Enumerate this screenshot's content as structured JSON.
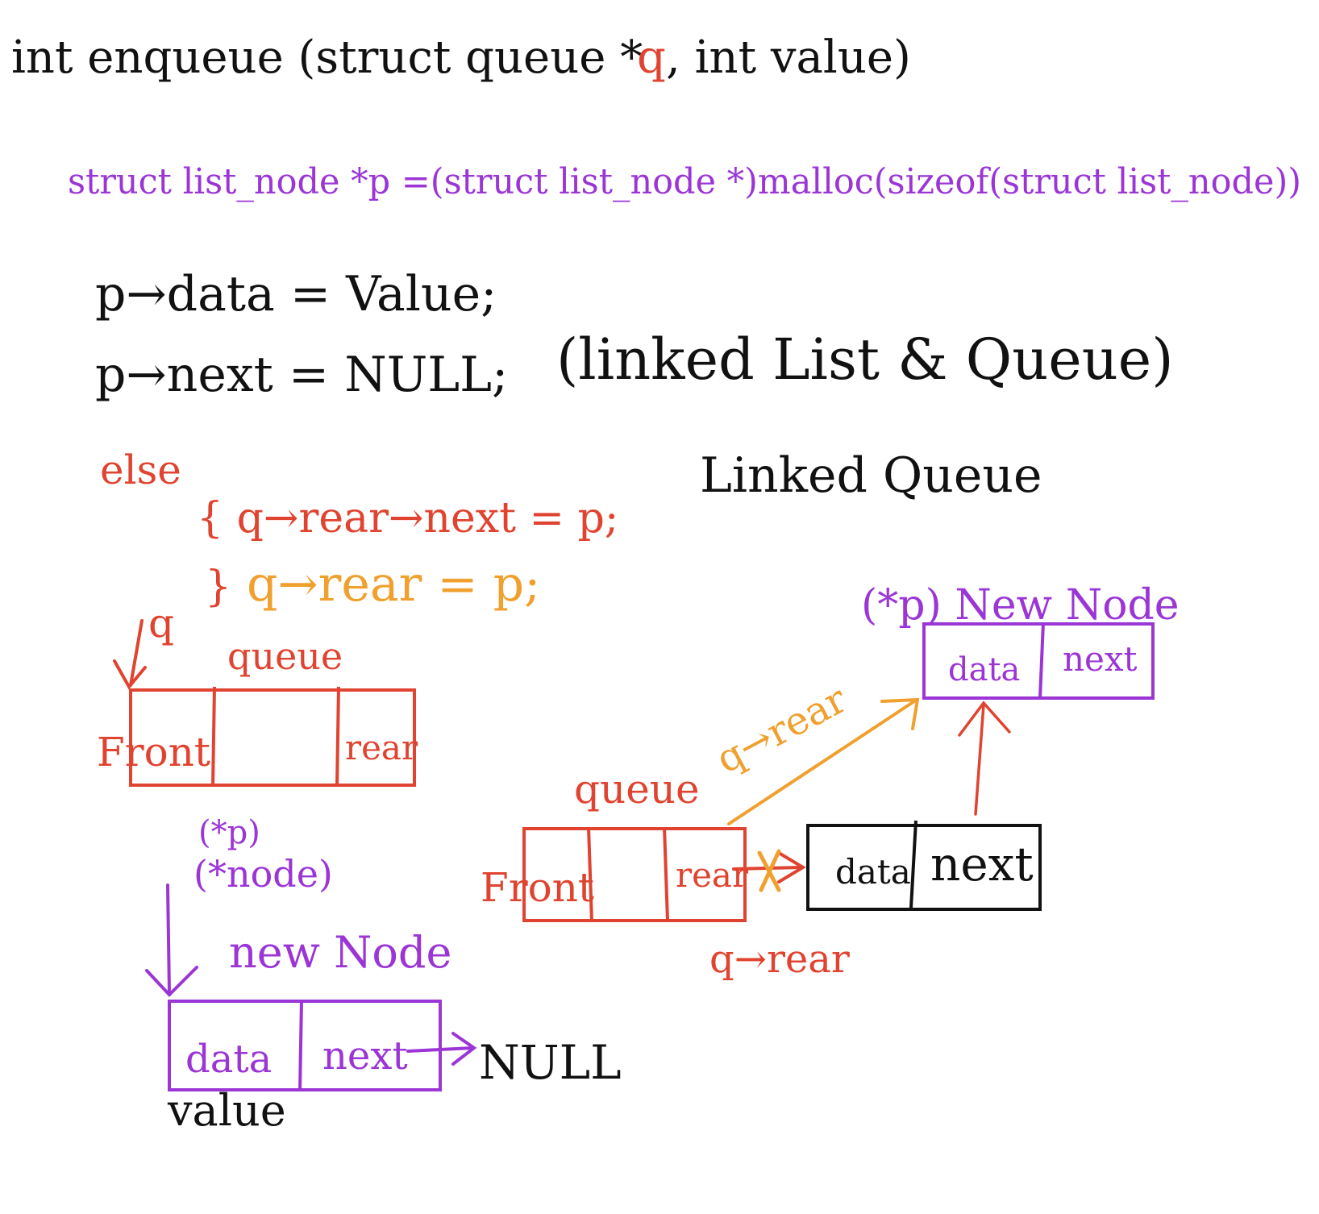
{
  "colors": {
    "black": "#111111",
    "purple": "#9b35d6",
    "red": "#e0432f",
    "orange": "#f0a02e"
  },
  "code": {
    "signature": {
      "prefix": "int enqueue (struct queue *",
      "param": "q",
      "suffix": ", int value)"
    },
    "malloc_line": "struct list_node *p =(struct list_node *)malloc(sizeof(struct list_node))",
    "data_line": "p→data = Value;",
    "next_line": "p→next = NULL;",
    "else_label": "else",
    "else_line1": "{ q→rear→next = p;",
    "else_line2_brace": "}",
    "else_line2": "q→rear = p;"
  },
  "titles": {
    "main": "(linked List & Queue)",
    "sub": "Linked Queue"
  },
  "left_diagram": {
    "pointer_label": "q",
    "queue_label": "queue",
    "front_label": "Front",
    "rear_label": "rear",
    "node_ptr_label_1": "(*p)",
    "node_ptr_label_2": "(*node)",
    "new_node_label": "new Node",
    "data_label": "data",
    "next_label": "next",
    "null_label": "NULL",
    "value_label": "value"
  },
  "right_diagram": {
    "new_node_title": "(*p) New Node",
    "new_data_label": "data",
    "new_next_label": "next",
    "arrow_label_top": "q→rear",
    "queue_label": "queue",
    "front_label": "Front",
    "rear_label": "rear",
    "old_data_label": "data",
    "old_next_label": "next",
    "arrow_label_bottom": "q→rear"
  }
}
